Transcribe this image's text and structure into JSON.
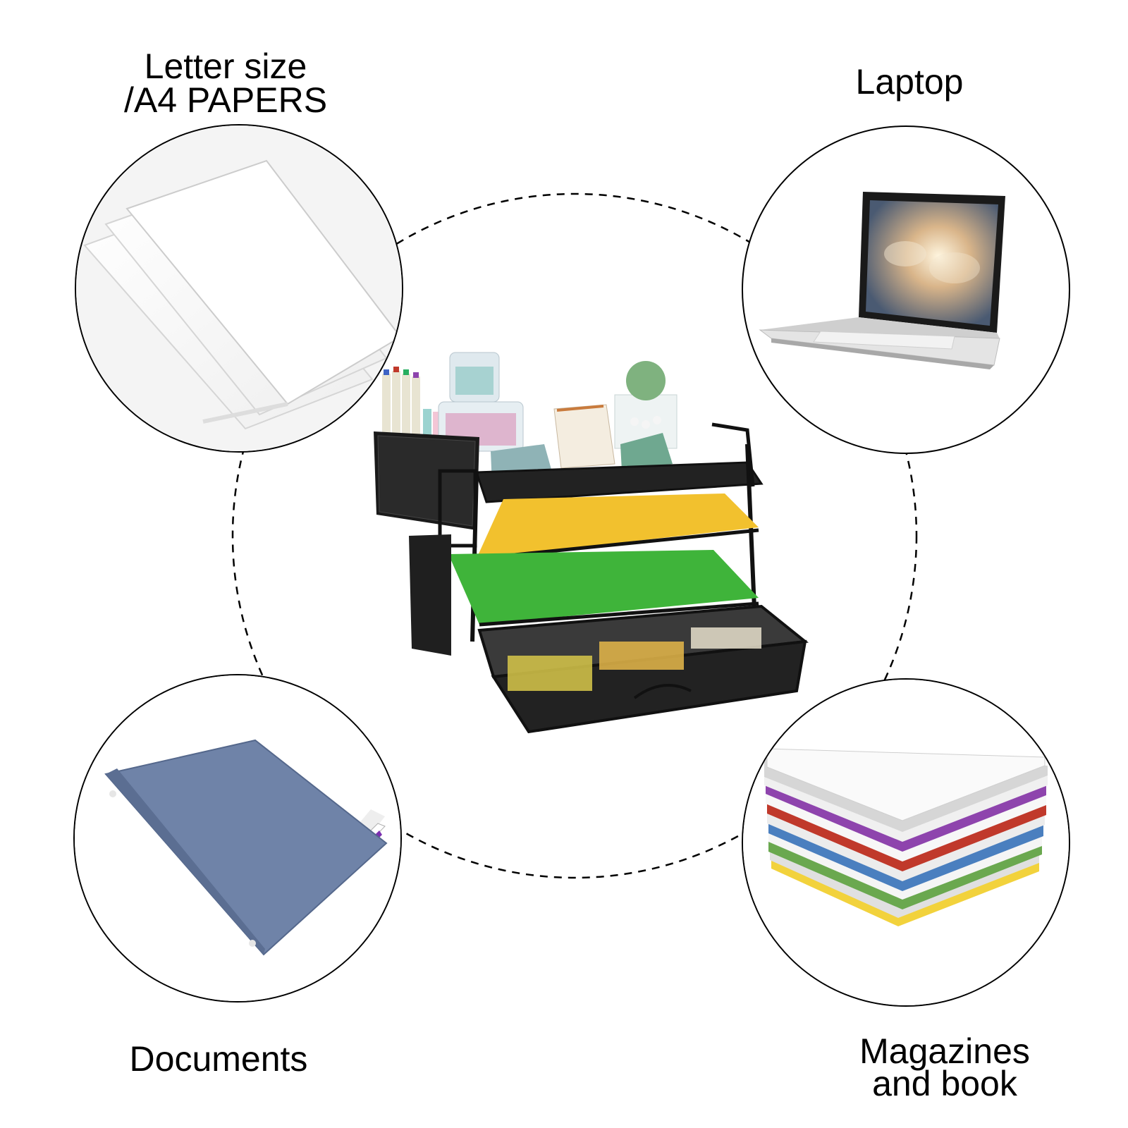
{
  "labels": {
    "papers_line1": "Letter size",
    "papers_line2": "/A4 PAPERS",
    "laptop": "Laptop",
    "documents": "Documents",
    "magazines_line1": "Magazines",
    "magazines_line2": "and book"
  },
  "colors": {
    "outline": "#000000",
    "binder": "#6f83a8",
    "tray_yellow": "#f2c12e",
    "tray_green": "#3fb43a",
    "organizer_frame": "#1a1a1a"
  },
  "icons": [
    "paper-stack-image",
    "laptop-image",
    "binder-image",
    "magazine-stack-image",
    "desk-organizer-image"
  ]
}
